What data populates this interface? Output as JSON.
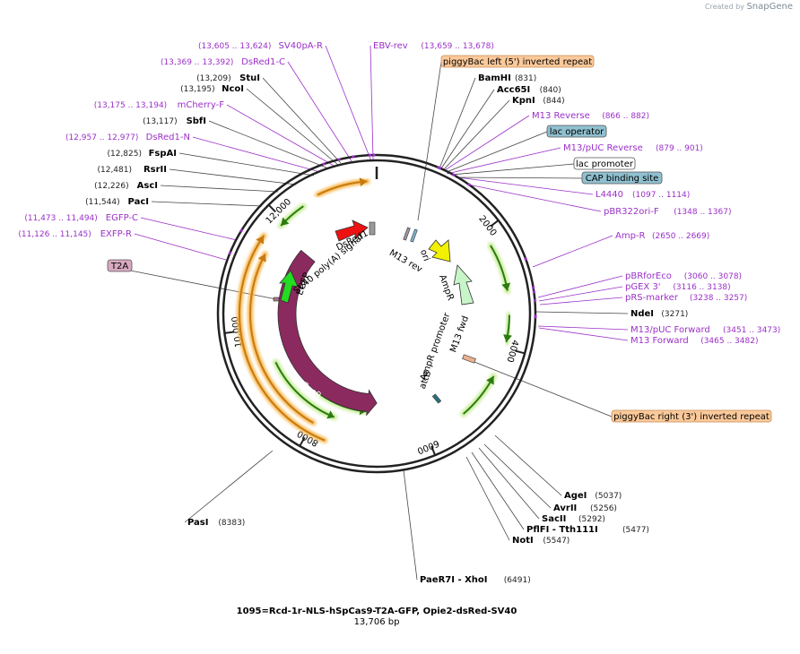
{
  "header": {
    "created_by": "Created by",
    "brand": "SnapGene"
  },
  "plasmid": {
    "name": "1095=Rcd-1r-NLS-hSpCas9-T2A-GFP, Opie2-dsRed-SV40",
    "length_label": "13,706 bp",
    "total_bp": 13706
  },
  "ticks": [
    "2000",
    "4000",
    "6000",
    "8000",
    "10,000",
    "12,000"
  ],
  "enzymes": [
    {
      "name": "StuI",
      "coord": "(13,209)"
    },
    {
      "name": "NcoI",
      "coord": "(13,195)"
    },
    {
      "name": "SbfI",
      "coord": "(13,117)"
    },
    {
      "name": "FspAI",
      "coord": "(12,825)"
    },
    {
      "name": "RsrII",
      "coord": "(12,481)"
    },
    {
      "name": "AscI",
      "coord": "(12,226)"
    },
    {
      "name": "PacI",
      "coord": "(11,544)"
    },
    {
      "name": "BamHI",
      "coord": "(831)"
    },
    {
      "name": "Acc65I",
      "coord": "(840)"
    },
    {
      "name": "KpnI",
      "coord": "(844)"
    },
    {
      "name": "NdeI",
      "coord": "(3271)"
    },
    {
      "name": "AgeI",
      "coord": "(5037)"
    },
    {
      "name": "AvrII",
      "coord": "(5256)"
    },
    {
      "name": "SacII",
      "coord": "(5292)"
    },
    {
      "name": "PflFI - Tth111I",
      "coord": "(5477)"
    },
    {
      "name": "NotI",
      "coord": "(5547)"
    },
    {
      "name": "PaeR7I - XhoI",
      "coord": "(6491)"
    },
    {
      "name": "PasI",
      "coord": "(8383)"
    }
  ],
  "primers": [
    {
      "name": "SV40pA-R",
      "coord": "(13,605 .. 13,624)"
    },
    {
      "name": "EBV-rev",
      "coord": "(13,659 .. 13,678)"
    },
    {
      "name": "DsRed1-C",
      "coord": "(13,369 .. 13,392)"
    },
    {
      "name": "mCherry-F",
      "coord": "(13,175 .. 13,194)"
    },
    {
      "name": "DsRed1-N",
      "coord": "(12,957 .. 12,977)"
    },
    {
      "name": "EGFP-C",
      "coord": "(11,473 .. 11,494)"
    },
    {
      "name": "EXFP-R",
      "coord": "(11,126 .. 11,145)"
    },
    {
      "name": "M13 Reverse",
      "coord": "(866 .. 882)"
    },
    {
      "name": "M13/pUC Reverse",
      "coord": "(879 .. 901)"
    },
    {
      "name": "L4440",
      "coord": "(1097 .. 1114)"
    },
    {
      "name": "pBR322ori-F",
      "coord": "(1348 .. 1367)"
    },
    {
      "name": "Amp-R",
      "coord": "(2650 .. 2669)"
    },
    {
      "name": "pBRforEco",
      "coord": "(3060 .. 3078)"
    },
    {
      "name": "pGEX 3'",
      "coord": "(3116 .. 3138)"
    },
    {
      "name": "pRS-marker",
      "coord": "(3238 .. 3257)"
    },
    {
      "name": "M13/pUC Forward",
      "coord": "(3451 .. 3473)"
    },
    {
      "name": "M13 Forward",
      "coord": "(3465 .. 3482)"
    }
  ],
  "boxed_features": [
    {
      "name": "piggyBac left (5') inverted repeat",
      "kind": "repeat"
    },
    {
      "name": "lac operator",
      "kind": "regulatory"
    },
    {
      "name": "lac promoter",
      "kind": "promoter"
    },
    {
      "name": "CAP binding site",
      "kind": "regulatory"
    },
    {
      "name": "piggyBac right (3') inverted repeat",
      "kind": "repeat"
    },
    {
      "name": "T2A",
      "kind": "peptide"
    }
  ],
  "inner_features": [
    {
      "name": "DsRed1"
    },
    {
      "name": "SV40 poly(A) signal"
    },
    {
      "name": "EGFP"
    },
    {
      "name": "M13 rev"
    },
    {
      "name": "ori"
    },
    {
      "name": "AmpR"
    },
    {
      "name": "AmpR promoter"
    },
    {
      "name": "M13 fwd"
    },
    {
      "name": "attB"
    },
    {
      "name": "Cas9"
    }
  ],
  "colors": {
    "primer": "#9b30c8",
    "repeat_fill": "#fbc99a",
    "repeat_stroke": "#c88a54",
    "regulatory_fill": "#8fc0d0",
    "promoter_fill": "#ffffff",
    "t2a_fill": "#d8a9c0",
    "cas9": "#8b2a5e",
    "egfp": "#22dd22",
    "dsred": "#ee1111",
    "ori": "#f2f200",
    "ampr": "#c8f5c8",
    "orf_arrow": "#2c7a10",
    "orf_glow": "#c9ee9c",
    "long_orf": "#f7a52a"
  }
}
